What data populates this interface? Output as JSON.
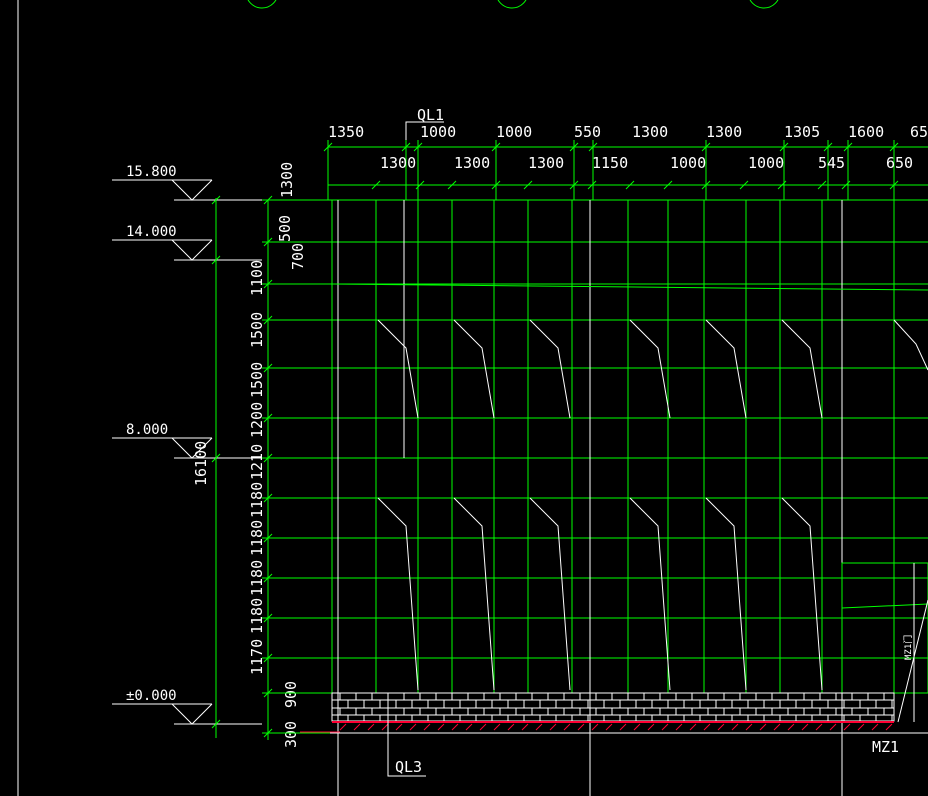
{
  "drawing": {
    "colors": {
      "background": "#000000",
      "grid": "#00ff00",
      "linework": "#ffffff",
      "ground": "#ff0033"
    },
    "top_dimensions_row1": [
      "1350",
      "1000",
      "1000",
      "550",
      "1300",
      "1300",
      "1305",
      "1600",
      "65"
    ],
    "top_dimensions_row2": [
      "1300",
      "1300",
      "1300",
      "1150",
      "1000",
      "1000",
      "545",
      "650"
    ],
    "right_vertical_dims": [
      "1300",
      "500",
      "700",
      "1100",
      "1500",
      "1500",
      "1200",
      "1210",
      "1180",
      "1180",
      "1180",
      "1180",
      "1170",
      "900",
      "300"
    ],
    "total_height_label": "16100",
    "levels": [
      {
        "label": "15.800"
      },
      {
        "label": "14.000"
      },
      {
        "label": "8.000"
      },
      {
        "label": "±0.000"
      }
    ],
    "tags": {
      "beam_top": "QL1",
      "beam_bottom": "QL3",
      "door_right": "MZ1",
      "door_small": "MZ1门"
    },
    "icons": {
      "level_marker": "elevation-triangle-icon",
      "axis_bubble": "axis-circle-icon"
    }
  }
}
